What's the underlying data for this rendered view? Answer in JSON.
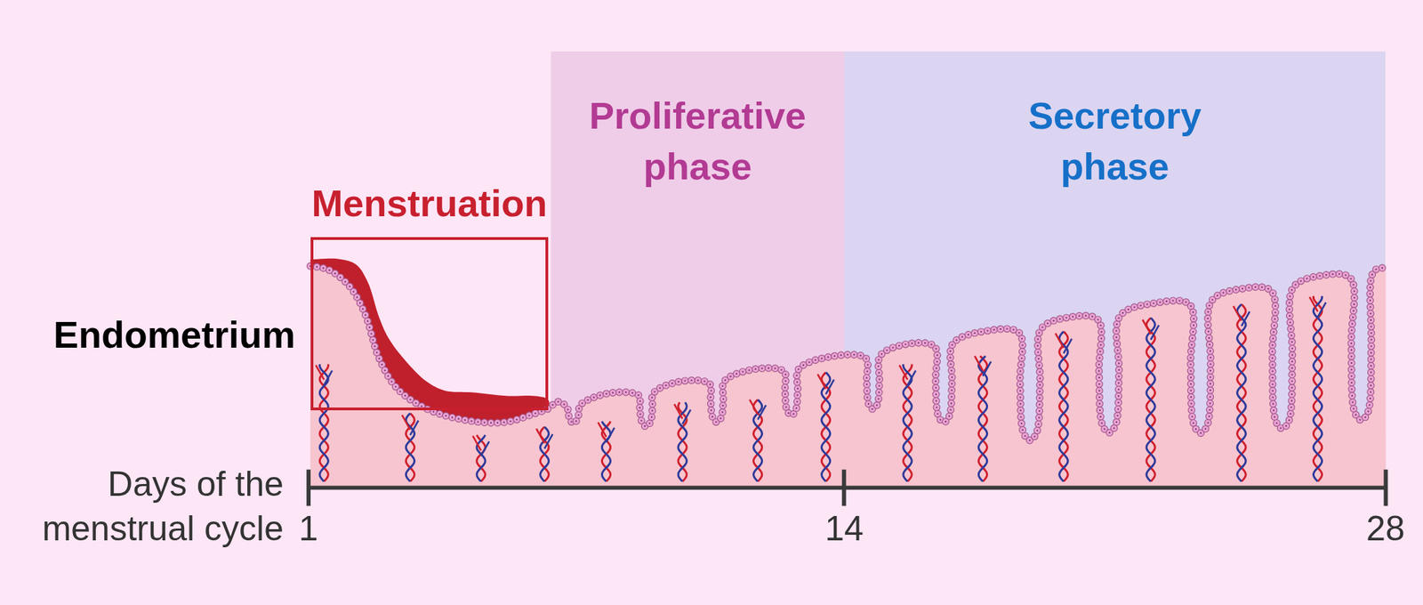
{
  "diagram": {
    "nodes": [
      {
        "text": [
          "Menstruation"
        ]
      },
      {
        "text": [
          "Proliferative phase"
        ]
      },
      {
        "text": [
          "Secretory phase"
        ]
      }
    ],
    "labels": [
      "Endometrium",
      "Days of the menstrual cycle",
      "1",
      "14",
      "28"
    ]
  }
}
